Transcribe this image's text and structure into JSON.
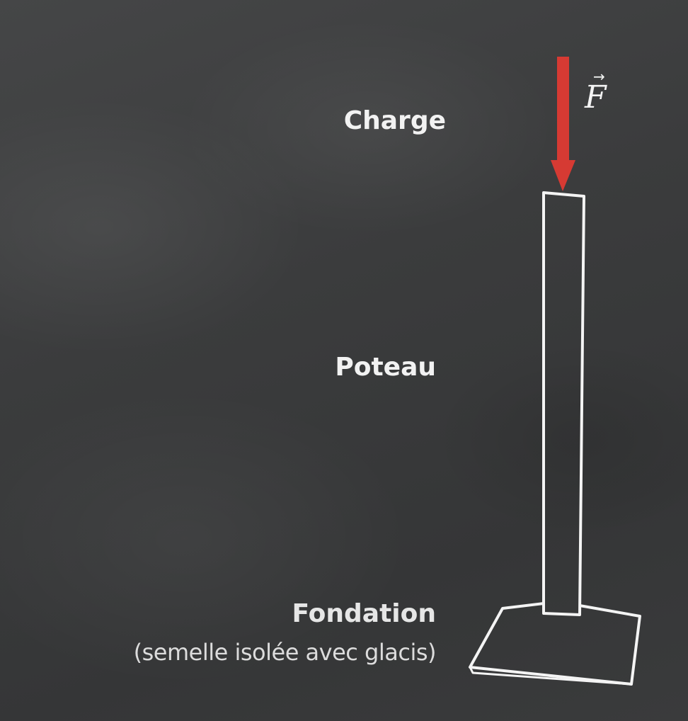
{
  "labels": {
    "charge": "Charge",
    "poteau": "Poteau",
    "fondation": "Fondation",
    "fondation_sub": "(semelle isolée avec glacis)",
    "force": "F"
  },
  "colors": {
    "force_arrow": "#d63a33",
    "chalk": "#f4f4f4",
    "board": "#3a3b3c"
  }
}
